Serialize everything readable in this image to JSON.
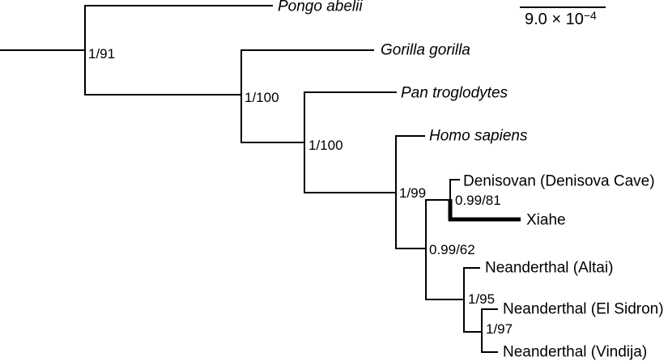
{
  "figure": {
    "type": "phylogenetic-tree",
    "background_color": "#ffffff",
    "line_color": "#000000"
  },
  "tree": {
    "taxa": [
      {
        "label": "Pongo abelii",
        "italic": true,
        "bold_branch": false
      },
      {
        "label": "Gorilla gorilla",
        "italic": true,
        "bold_branch": false
      },
      {
        "label": "Pan troglodytes",
        "italic": true,
        "bold_branch": false
      },
      {
        "label": "Homo sapiens",
        "italic": true,
        "bold_branch": false
      },
      {
        "label": "Denisovan (Denisova Cave)",
        "italic": false,
        "bold_branch": false
      },
      {
        "label": "Xiahe",
        "italic": false,
        "bold_branch": true
      },
      {
        "label": "Neanderthal (Altai)",
        "italic": false,
        "bold_branch": false
      },
      {
        "label": "Neanderthal (El Sidron)",
        "italic": false,
        "bold_branch": false
      },
      {
        "label": "Neanderthal (Vindija)",
        "italic": false,
        "bold_branch": false
      }
    ],
    "nodes": [
      {
        "support": "1/91",
        "clade": "all-great-apes"
      },
      {
        "support": "1/100",
        "clade": "gorilla-pan-homo"
      },
      {
        "support": "1/100",
        "clade": "pan-homo"
      },
      {
        "support": "1/99",
        "clade": "homo-archaics"
      },
      {
        "support": "0.99/81",
        "clade": "denisovan-xiahe"
      },
      {
        "support": "0.99/62",
        "clade": "denisovan-xiahe-neanderthals"
      },
      {
        "support": "1/95",
        "clade": "neanderthals"
      },
      {
        "support": "1/97",
        "clade": "el-sidron-vindija"
      }
    ],
    "topology_newick": "(Pongo_abelii,(Gorilla_gorilla,(Pan_troglodytes,(Homo_sapiens,((Denisovan_Denisova_Cave,Xiahe)0.99/81,(Neanderthal_Altai,(Neanderthal_El_Sidron,Neanderthal_Vindija)1/97)1/95)0.99/62)1/99)1/100)1/100)1/91"
  },
  "scale_bar": {
    "base": "9.0 × 10",
    "exponent": "−4",
    "full_text": "9.0 × 10−4"
  }
}
